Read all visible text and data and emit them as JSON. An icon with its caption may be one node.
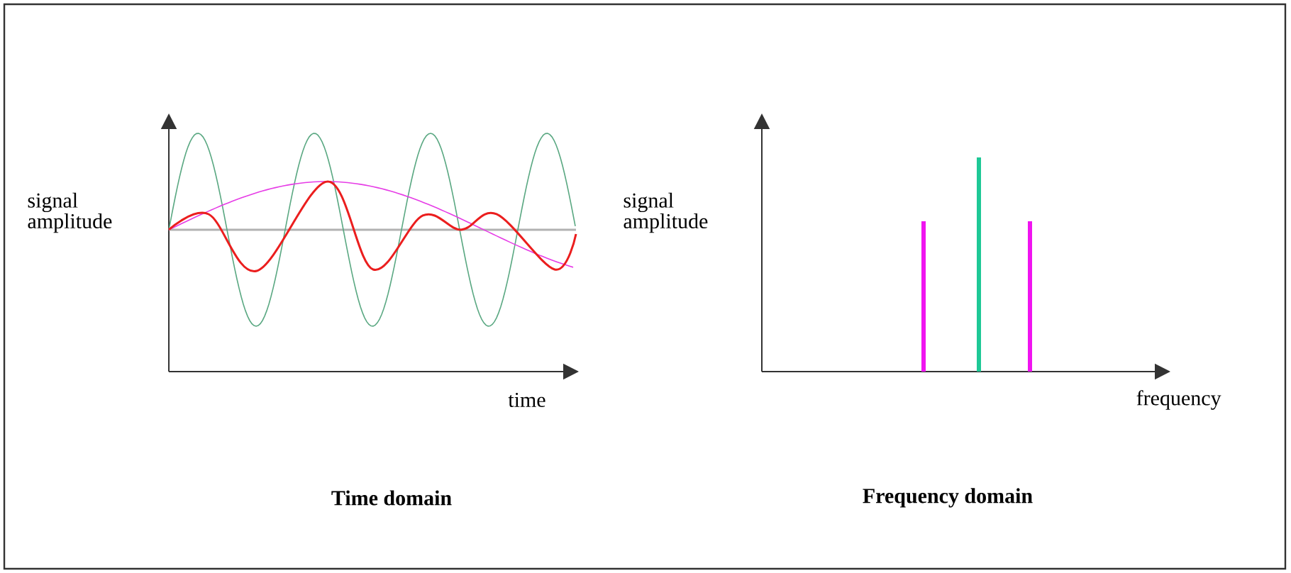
{
  "diagram": {
    "labels": [
      "signal amplitude",
      "signal amplitude",
      "time",
      "frequency",
      "Time domain",
      "Frequency domain"
    ]
  }
}
